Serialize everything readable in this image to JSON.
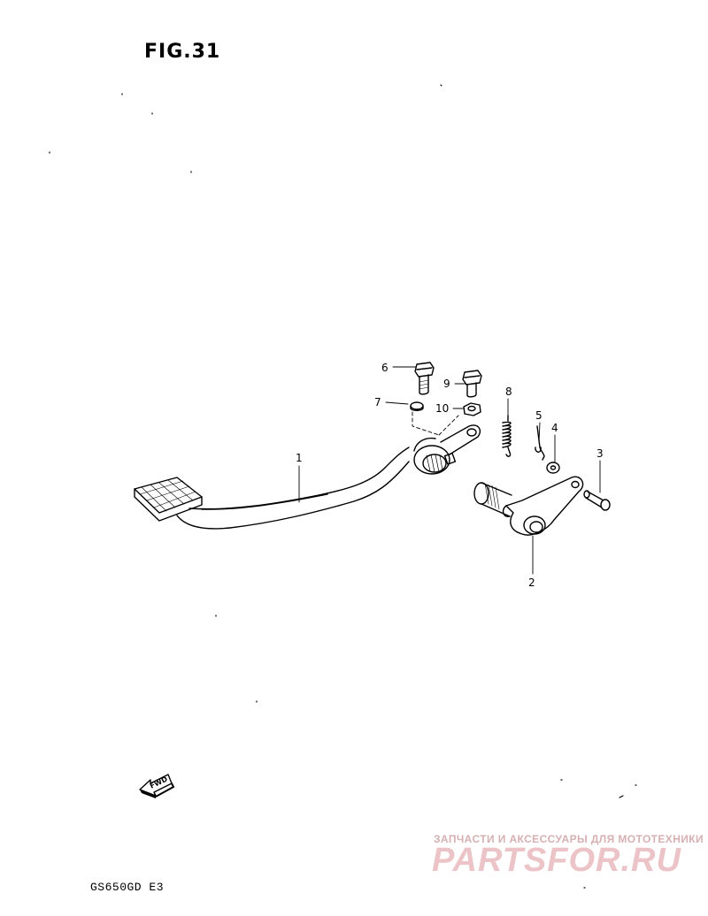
{
  "figure": {
    "title": "FIG.31",
    "model": "GS650GD  E3"
  },
  "callouts": [
    {
      "id": "1",
      "label": "1"
    },
    {
      "id": "2",
      "label": "2"
    },
    {
      "id": "3",
      "label": "3"
    },
    {
      "id": "4",
      "label": "4"
    },
    {
      "id": "5",
      "label": "5"
    },
    {
      "id": "6",
      "label": "6"
    },
    {
      "id": "7",
      "label": "7"
    },
    {
      "id": "8",
      "label": "8"
    },
    {
      "id": "9",
      "label": "9"
    },
    {
      "id": "10",
      "label": "10"
    }
  ],
  "fwd_label": "FWD",
  "watermark": {
    "line1": "ЗАПЧАСТИ И АКСЕССУАРЫ ДЛЯ МОТОТЕХНИКИ",
    "logo": "PARTSFOR.RU"
  }
}
